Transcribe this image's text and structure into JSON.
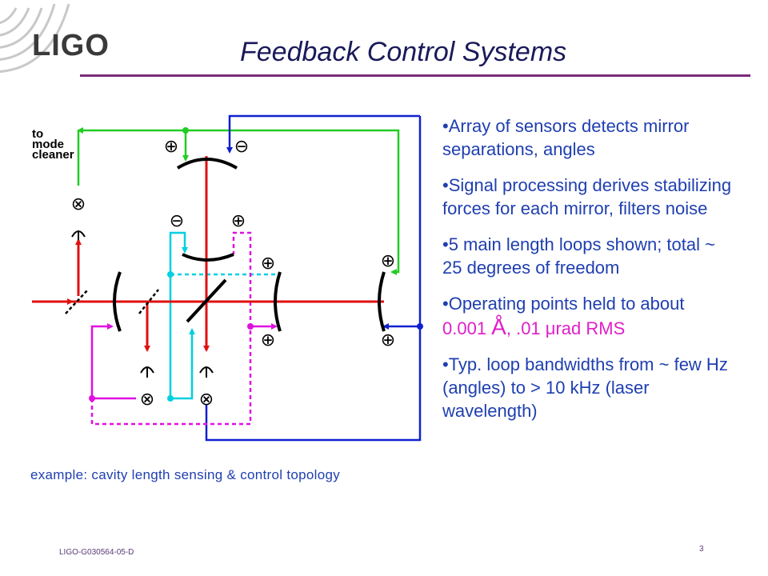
{
  "logo": {
    "text": "LIGO"
  },
  "title": "Feedback Control Systems",
  "diagram": {
    "to_mode_cleaner": [
      "to",
      "mode",
      "cleaner"
    ],
    "plus": "⊕",
    "minus": "⊖",
    "cross": "⊗"
  },
  "caption": "example: cavity length sensing & control topology",
  "bullets": [
    {
      "text": "•Array of sensors detects mirror separations, angles"
    },
    {
      "text": "•Signal processing derives stabilizing forces for each mirror, filters noise"
    },
    {
      "text": "•5  main length loops shown; total ~ 25 degrees of freedom"
    },
    {
      "text": "•Operating points held to about",
      "highlight_prefix": "0.001 ",
      "highlight_unit": "Å",
      "highlight_suffix": ",  .01 μrad RMS"
    },
    {
      "text": "•Typ. loop bandwidths from ~ few Hz (angles) to > 10 kHz (laser wavelength)"
    }
  ],
  "footer": {
    "doc_id": "LIGO-G030564-05-D",
    "page": "3"
  },
  "colors": {
    "title": "#1a1a5a",
    "body_text": "#1f3fb0",
    "highlight": "#e01fc8",
    "rule": "#7a2a7a",
    "red": "#e01010",
    "green": "#22cc22",
    "blue": "#1020d0",
    "cyan": "#00d0e0",
    "magenta": "#e010e0"
  }
}
